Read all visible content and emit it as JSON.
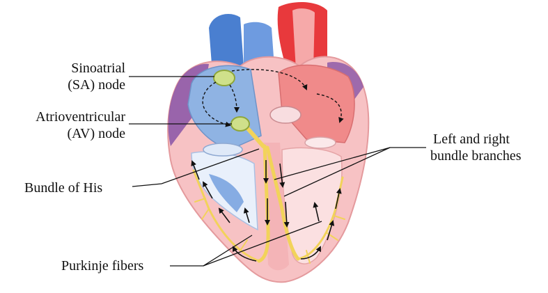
{
  "labels": {
    "sa_node_line1": "Sinoatrial",
    "sa_node_line2": "(SA) node",
    "av_node_line1": "Atrioventricular",
    "av_node_line2": "(AV) node",
    "bundle_of_his": "Bundle of His",
    "bundle_branches_line1": "Left and right",
    "bundle_branches_line2": "bundle branches",
    "purkinje_fibers": "Purkinje fibers"
  },
  "colors": {
    "right_heart_blue": "#8fb3e3",
    "left_heart_red": "#f08a8a",
    "vessel_red": "#e8393c",
    "vessel_blue": "#4a7fd0",
    "muscle_pink": "#f7c2c4",
    "pericardium_purple": "#8e5aa8",
    "conduction_yellow": "#f2d35a",
    "node_green": "#cfe08a"
  }
}
